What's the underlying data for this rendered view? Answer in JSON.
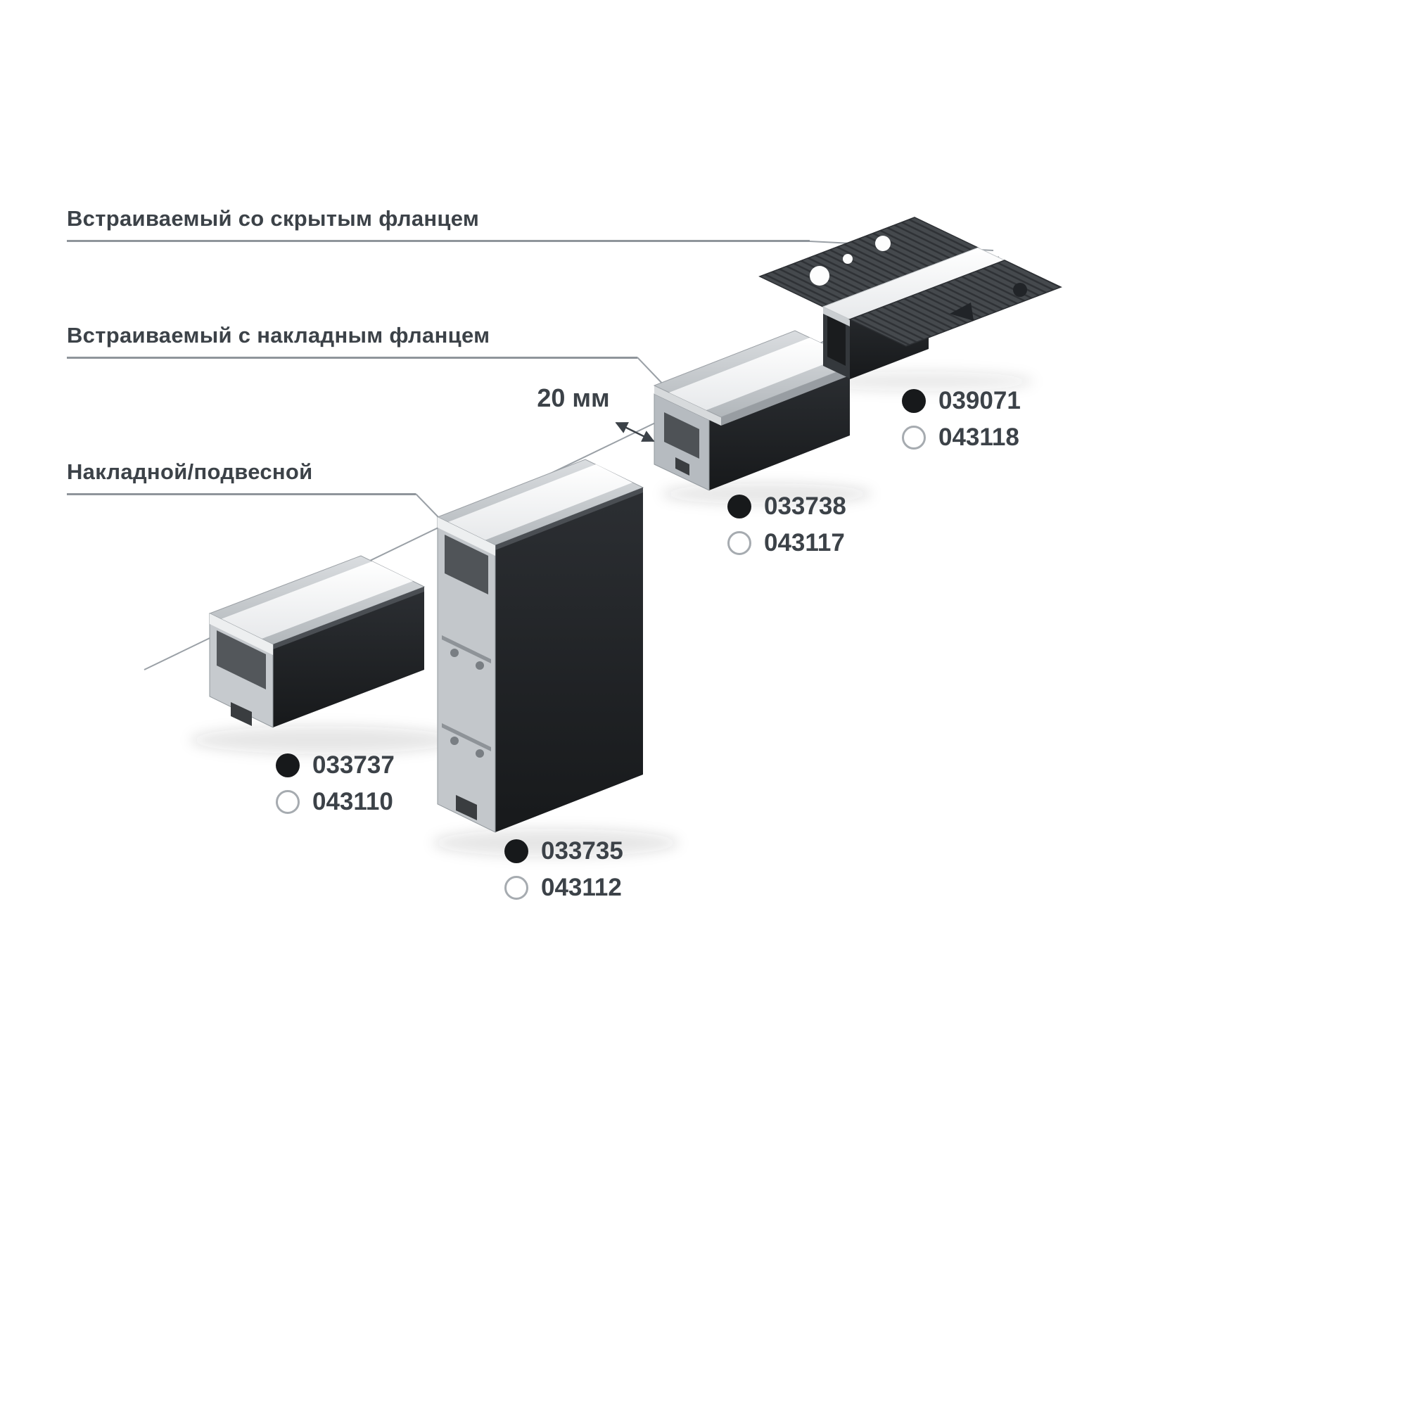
{
  "page": {
    "background": "#ffffff"
  },
  "colors": {
    "text": "#3c4248",
    "guide_line": "#9aa0a6",
    "black_variant_dot": "#17191b",
    "white_variant_dot": "#ffffff",
    "profile_black": "#1f2226",
    "aluminum": "#c3c7cb",
    "diffuser": "#f3f4f5"
  },
  "labels": {
    "recessed_hidden_flange": "Встраиваемый со скрытым фланцем",
    "recessed_surface_flange": "Встраиваемый с накладным фланцем",
    "surface_suspended": "Накладной/подвесной"
  },
  "dimension": {
    "width": "20 мм"
  },
  "products": {
    "surface_small": {
      "black_code": "033737",
      "white_code": "043110"
    },
    "surface_tall": {
      "black_code": "033735",
      "white_code": "043112"
    },
    "recessed_flange": {
      "black_code": "033738",
      "white_code": "043117"
    },
    "recessed_hidden": {
      "black_code": "039071",
      "white_code": "043118"
    }
  }
}
